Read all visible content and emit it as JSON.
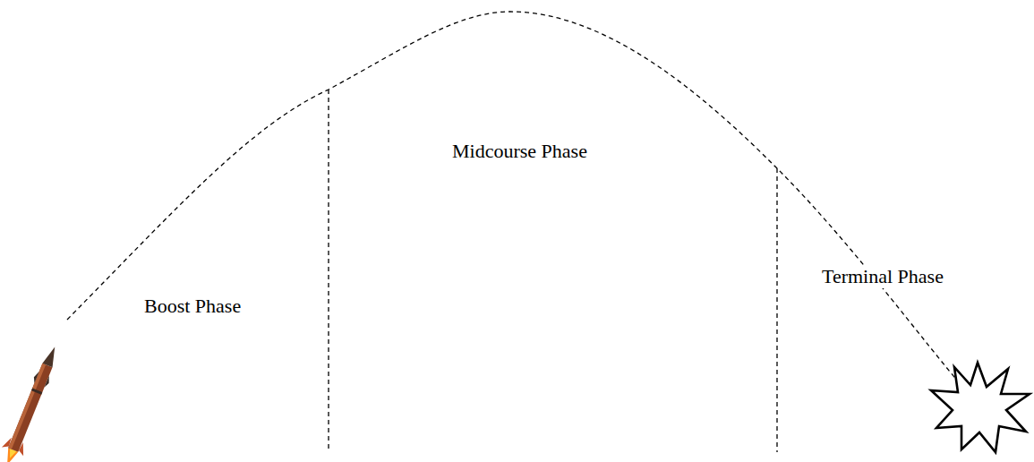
{
  "diagram": {
    "labels": [
      "Boost Phase",
      "Midcourse Phase",
      "Terminal Phase"
    ]
  }
}
